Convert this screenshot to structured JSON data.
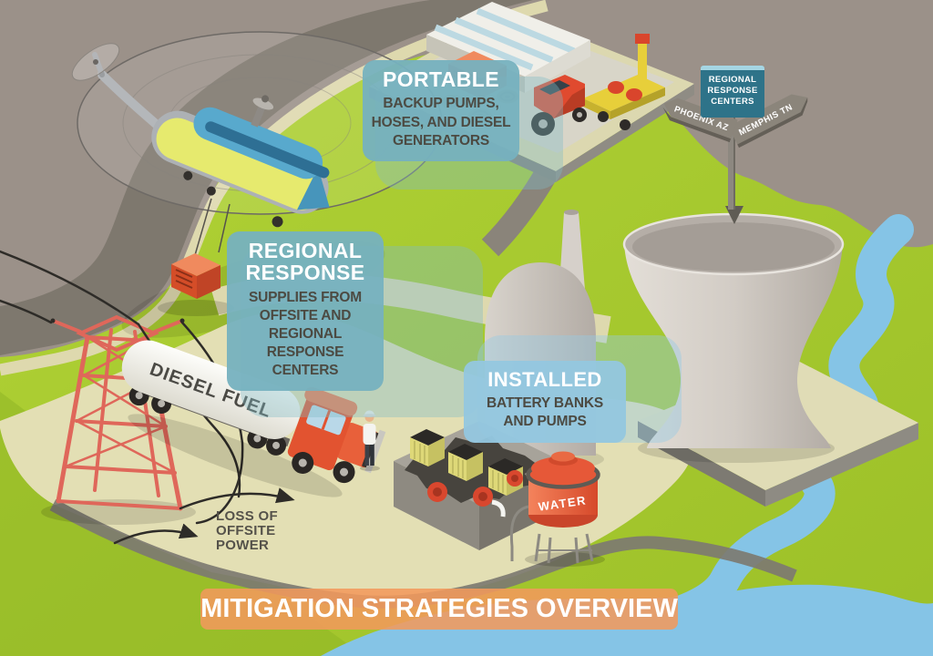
{
  "banner": {
    "text": "MITIGATION STRATEGIES OVERVIEW",
    "bg_color": "#f09a5e",
    "text_color": "#ffffff"
  },
  "callouts": {
    "portable": {
      "title": "PORTABLE",
      "body": "BACKUP PUMPS,\nHOSES, AND DIESEL\nGENERATORS",
      "bg_color": "#7ab4c2"
    },
    "regional_response": {
      "title": "REGIONAL\nRESPONSE",
      "body": "SUPPLIES FROM\nOFFSITE AND\nREGIONAL\nRESPONSE\nCENTERS",
      "bg_color": "#7ab4c2"
    },
    "installed": {
      "title": "INSTALLED",
      "body": "BATTERY BANKS\nAND PUMPS",
      "bg_color": "#93c6de"
    },
    "loss_of_offsite_power": {
      "text": "LOSS OF\nOFFSITE\nPOWER"
    }
  },
  "signpost": {
    "panel_text": "REGIONAL\nRESPONSE\nCENTERS",
    "left_arrow_text": "PHOENIX AZ",
    "right_arrow_text": "MEMPHIS TN"
  },
  "scene": {
    "tanker_label": "DIESEL FUEL",
    "water_tank_label": "WATER",
    "elements": [
      "helicopter airlifting portable generator",
      "staging pad with storage building, hose coils, tractor and pump trailer",
      "regional response centers signpost",
      "nuclear plant containment dome, stack and cooling tower",
      "diesel fuel tanker truck",
      "downed transmission tower with broken power lines",
      "plant worker",
      "cutaway of installed battery banks and pumps",
      "installed water tank",
      "river"
    ]
  },
  "colors": {
    "grass": "#a6c72e",
    "upland": "#9b9189",
    "road_dark": "#7e786e",
    "pad_beige": "#e3dfb4",
    "concrete_gray": "#8f8c84",
    "water_blue": "#85c4e6",
    "callout_teal": "#7ab4c2",
    "callout_blue": "#93c6de",
    "banner_orange": "#f09a5e",
    "equipment_red": "#e2532f",
    "battery_yellow": "#ded878",
    "helicopter_blue": "#58a9cd",
    "helicopter_yellow": "#e6ea6e",
    "sign_teal": "#2e7389"
  }
}
